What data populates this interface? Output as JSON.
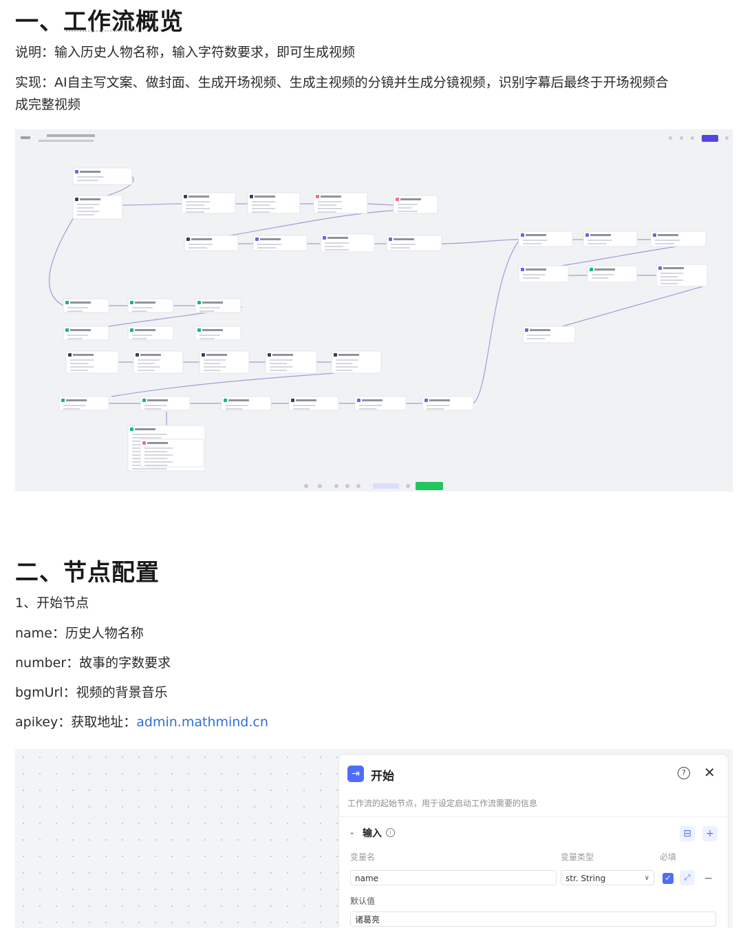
{
  "section1": {
    "title": "一、工作流概览",
    "desc": "说明：输入历史人物名称，输入字符数要求，即可生成视频",
    "impl_line1": "实现：AI自主写文案、做封面、生成开场视频、生成主视频的分镜并生成分镜视频，识别字幕后最终于开场视频合",
    "impl_line2": "成完整视频"
  },
  "section2": {
    "title": "二、节点配置",
    "subtitle": "1、开始节点",
    "params": [
      {
        "key": "name：",
        "value": "历史人物名称"
      },
      {
        "key": "number：",
        "value": "故事的字数要求"
      },
      {
        "key": "bgmUrl：",
        "value": "视频的背景音乐"
      },
      {
        "key": "apikey：",
        "value": "获取地址："
      }
    ],
    "link": "admin.mathmind.cn"
  },
  "workflow_canvas": {
    "line_color": "#9aa0d6",
    "node_header_colors": [
      "#6366f1",
      "#10b981",
      "#ef6f8f",
      "#374151"
    ]
  },
  "start_panel": {
    "title": "开始",
    "desc": "工作流的起始节点，用于设定启动工作流需要的信息",
    "section": "输入",
    "col_name": "变量名",
    "col_type": "变量类型",
    "col_required": "必填",
    "var_name": "name",
    "var_type": "str. String",
    "default_label": "默认值",
    "default_value": "诸葛亮",
    "accent": "#4f6ef7"
  }
}
